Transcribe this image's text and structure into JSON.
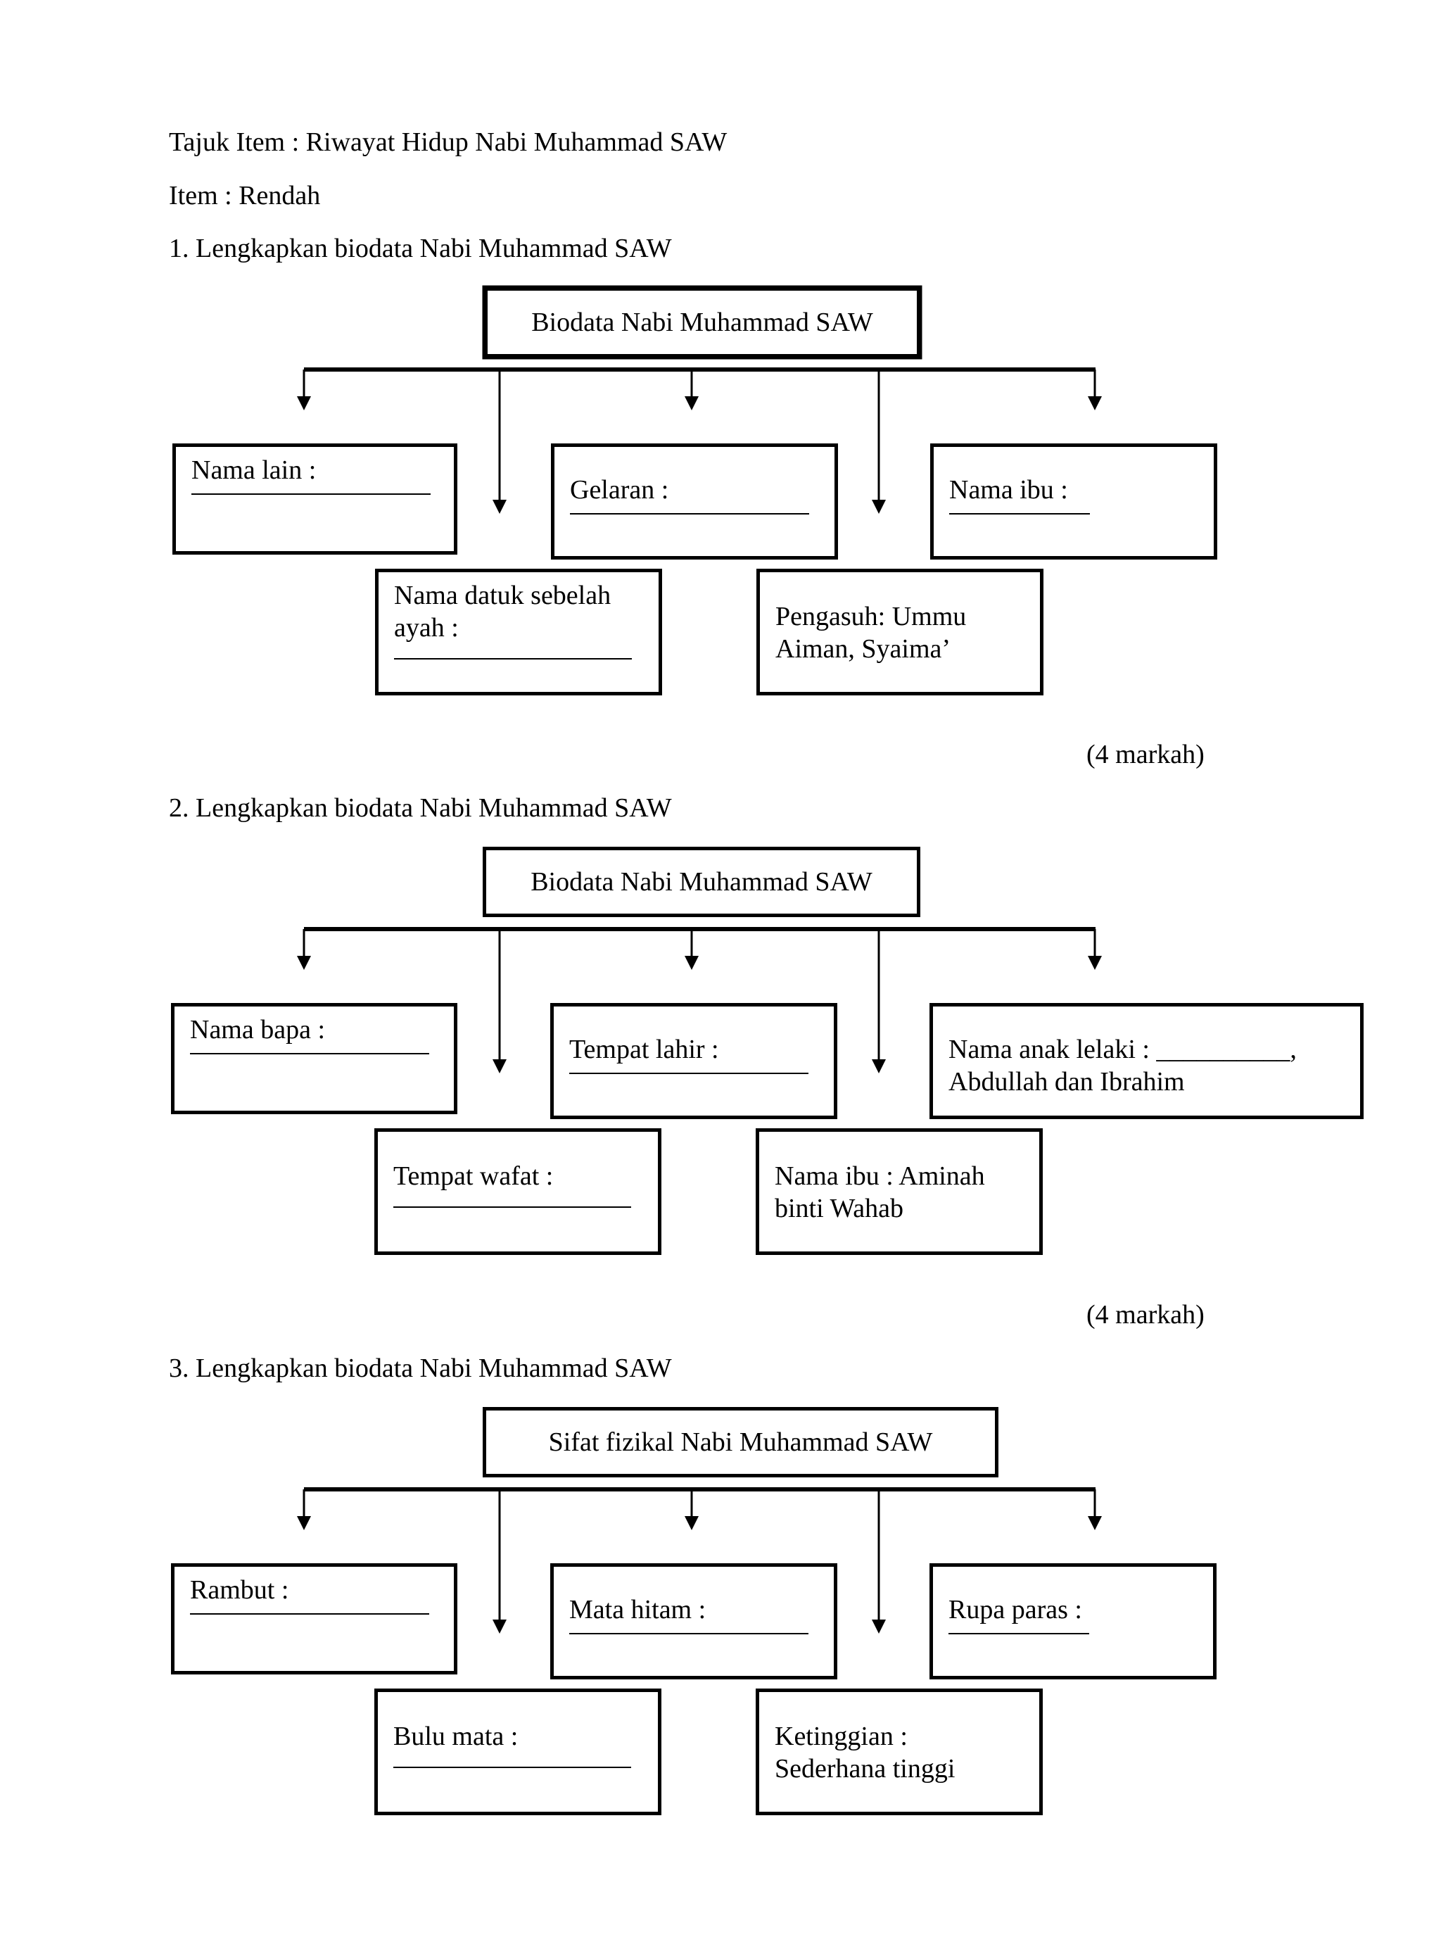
{
  "header": {
    "title": "Tajuk Item : Riwayat Hidup Nabi Muhammad SAW",
    "level": "Item : Rendah"
  },
  "questions": [
    {
      "prompt": "1. Lengkapkan biodata Nabi Muhammad SAW",
      "center": "Biodata Nabi Muhammad SAW",
      "boxes": [
        {
          "text": "Nama lain :",
          "blank": true
        },
        {
          "text": "Gelaran :",
          "blank": true
        },
        {
          "text": "Nama ibu :",
          "blank": true
        },
        {
          "text": "Nama datuk sebelah\nayah :",
          "blank": true
        },
        {
          "text": "Pengasuh: Ummu\nAiman, Syaima’",
          "blank": false
        }
      ],
      "marks": "(4 markah)"
    },
    {
      "prompt": "2. Lengkapkan biodata Nabi Muhammad SAW",
      "center": "Biodata Nabi Muhammad SAW",
      "boxes": [
        {
          "text": "Nama bapa :",
          "blank": true
        },
        {
          "text": "Tempat lahir :",
          "blank": true
        },
        {
          "text": "Nama anak lelaki : __________,\nAbdullah dan Ibrahim",
          "blank": false
        },
        {
          "text": "Tempat wafat :",
          "blank": true
        },
        {
          "text": "Nama ibu : Aminah\nbinti Wahab",
          "blank": false
        }
      ],
      "marks": "(4 markah)"
    },
    {
      "prompt": "3. Lengkapkan biodata Nabi Muhammad SAW",
      "center": "Sifat fizikal Nabi Muhammad SAW",
      "boxes": [
        {
          "text": "Rambut :",
          "blank": true
        },
        {
          "text": "Mata hitam :",
          "blank": true
        },
        {
          "text": "Rupa paras :",
          "blank": true
        },
        {
          "text": "Bulu mata :",
          "blank": true
        },
        {
          "text": "Ketinggian :\nSederhana tinggi",
          "blank": false
        }
      ]
    }
  ]
}
